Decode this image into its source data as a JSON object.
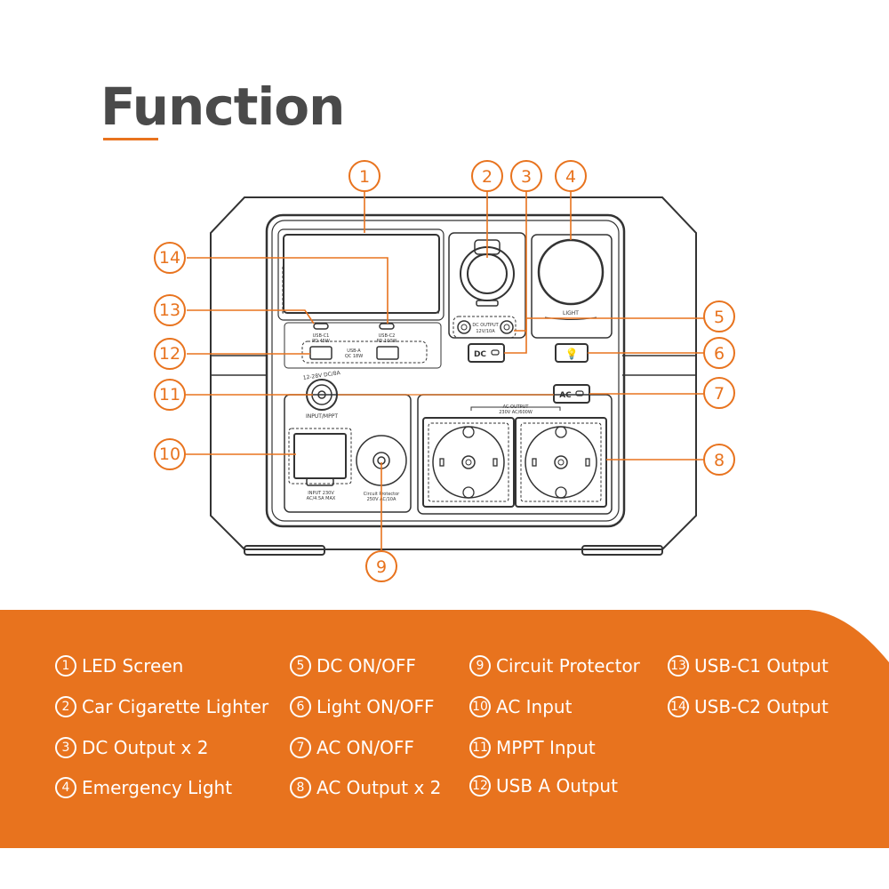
{
  "title": "Function",
  "colors": {
    "accent": "#e8731e",
    "line": "#333333",
    "banner": "#e8731e",
    "text": "#4a4a4a"
  },
  "panel": {
    "light_label": "LIGHT",
    "dc_output_label": "DC OUTPUT",
    "dc_output_rating": "12V/10A",
    "dc_button": "DC",
    "ac_button": "AC",
    "usb_c1_label": "USB-C1",
    "usb_c1_rating": "PD 45W",
    "usb_c2_label": "USB-C2",
    "usb_c2_rating": "PD 100W",
    "usb_a_label": "USB-A",
    "usb_a_rating": "QC 18W",
    "mppt_rating": "12-28V DC/8A",
    "mppt_label": "INPUT/MPPT",
    "ac_input_label": "INPUT 230V",
    "ac_input_rating": "AC/4.5A MAX",
    "breaker_label": "Circuit Protector",
    "breaker_rating": "250V AC/10A",
    "ac_output_label": "AC OUTPUT",
    "ac_output_rating": "230V AC/600W"
  },
  "callouts": [
    "1",
    "2",
    "3",
    "4",
    "5",
    "6",
    "7",
    "8",
    "9",
    "10",
    "11",
    "12",
    "13",
    "14"
  ],
  "legend": [
    {
      "num": "1",
      "label": "LED Screen"
    },
    {
      "num": "2",
      "label": "Car Cigarette Lighter"
    },
    {
      "num": "3",
      "label": "DC Output x 2"
    },
    {
      "num": "4",
      "label": "Emergency Light"
    },
    {
      "num": "5",
      "label": "DC ON/OFF"
    },
    {
      "num": "6",
      "label": "Light ON/OFF"
    },
    {
      "num": "7",
      "label": "AC ON/OFF"
    },
    {
      "num": "8",
      "label": "AC Output x 2"
    },
    {
      "num": "9",
      "label": "Circuit Protector"
    },
    {
      "num": "10",
      "label": "AC Input"
    },
    {
      "num": "11",
      "label": "MPPT Input"
    },
    {
      "num": "12",
      "label": "USB A Output"
    },
    {
      "num": "13",
      "label": "USB-C1 Output"
    },
    {
      "num": "14",
      "label": "USB-C2 Output"
    }
  ]
}
